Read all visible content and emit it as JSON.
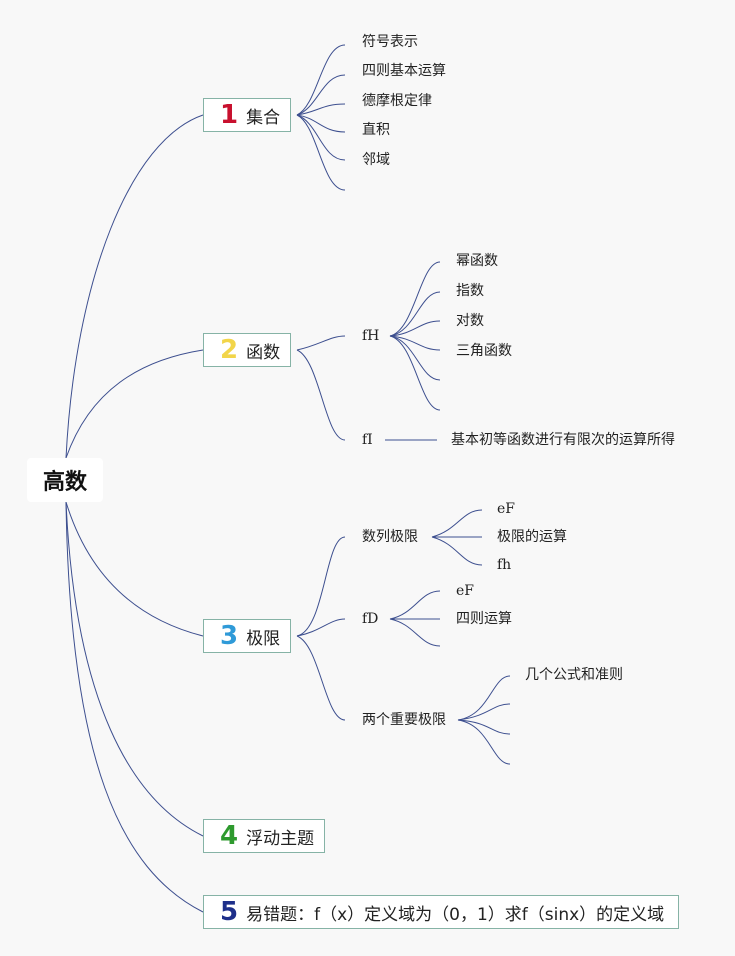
{
  "root": {
    "label": "高数"
  },
  "topics": [
    {
      "num": "1",
      "num_color": "#c8102e",
      "label": "集合",
      "children": [
        "符号表示",
        "四则基本运算",
        "德摩根定律",
        "直积",
        "邻域"
      ]
    },
    {
      "num": "2",
      "num_color": "#f2d54a",
      "label": "函数",
      "children": [
        {
          "label": "fH",
          "children": [
            "幂函数",
            "指数",
            "对数",
            "三角函数"
          ]
        },
        {
          "label": "fI",
          "children": [
            "基本初等函数进行有限次的运算所得"
          ]
        }
      ]
    },
    {
      "num": "3",
      "num_color": "#2f9ad8",
      "label": "极限",
      "children": [
        {
          "label": "数列极限",
          "children": [
            "eF",
            "极限的运算",
            "fh"
          ]
        },
        {
          "label": "fD",
          "children": [
            "eF",
            "四则运算"
          ]
        },
        {
          "label": "两个重要极限",
          "children": [
            "几个公式和准则"
          ]
        }
      ]
    },
    {
      "num": "4",
      "num_color": "#2e9a2e",
      "label": "浮动主题"
    },
    {
      "num": "5",
      "num_color": "#1e2f8a",
      "label": "易错题：f（x）定义域为（0，1）求f（sinx）的定义域"
    }
  ],
  "line_color": "#3d4f8f",
  "topic_border_color": "#86b3a6"
}
